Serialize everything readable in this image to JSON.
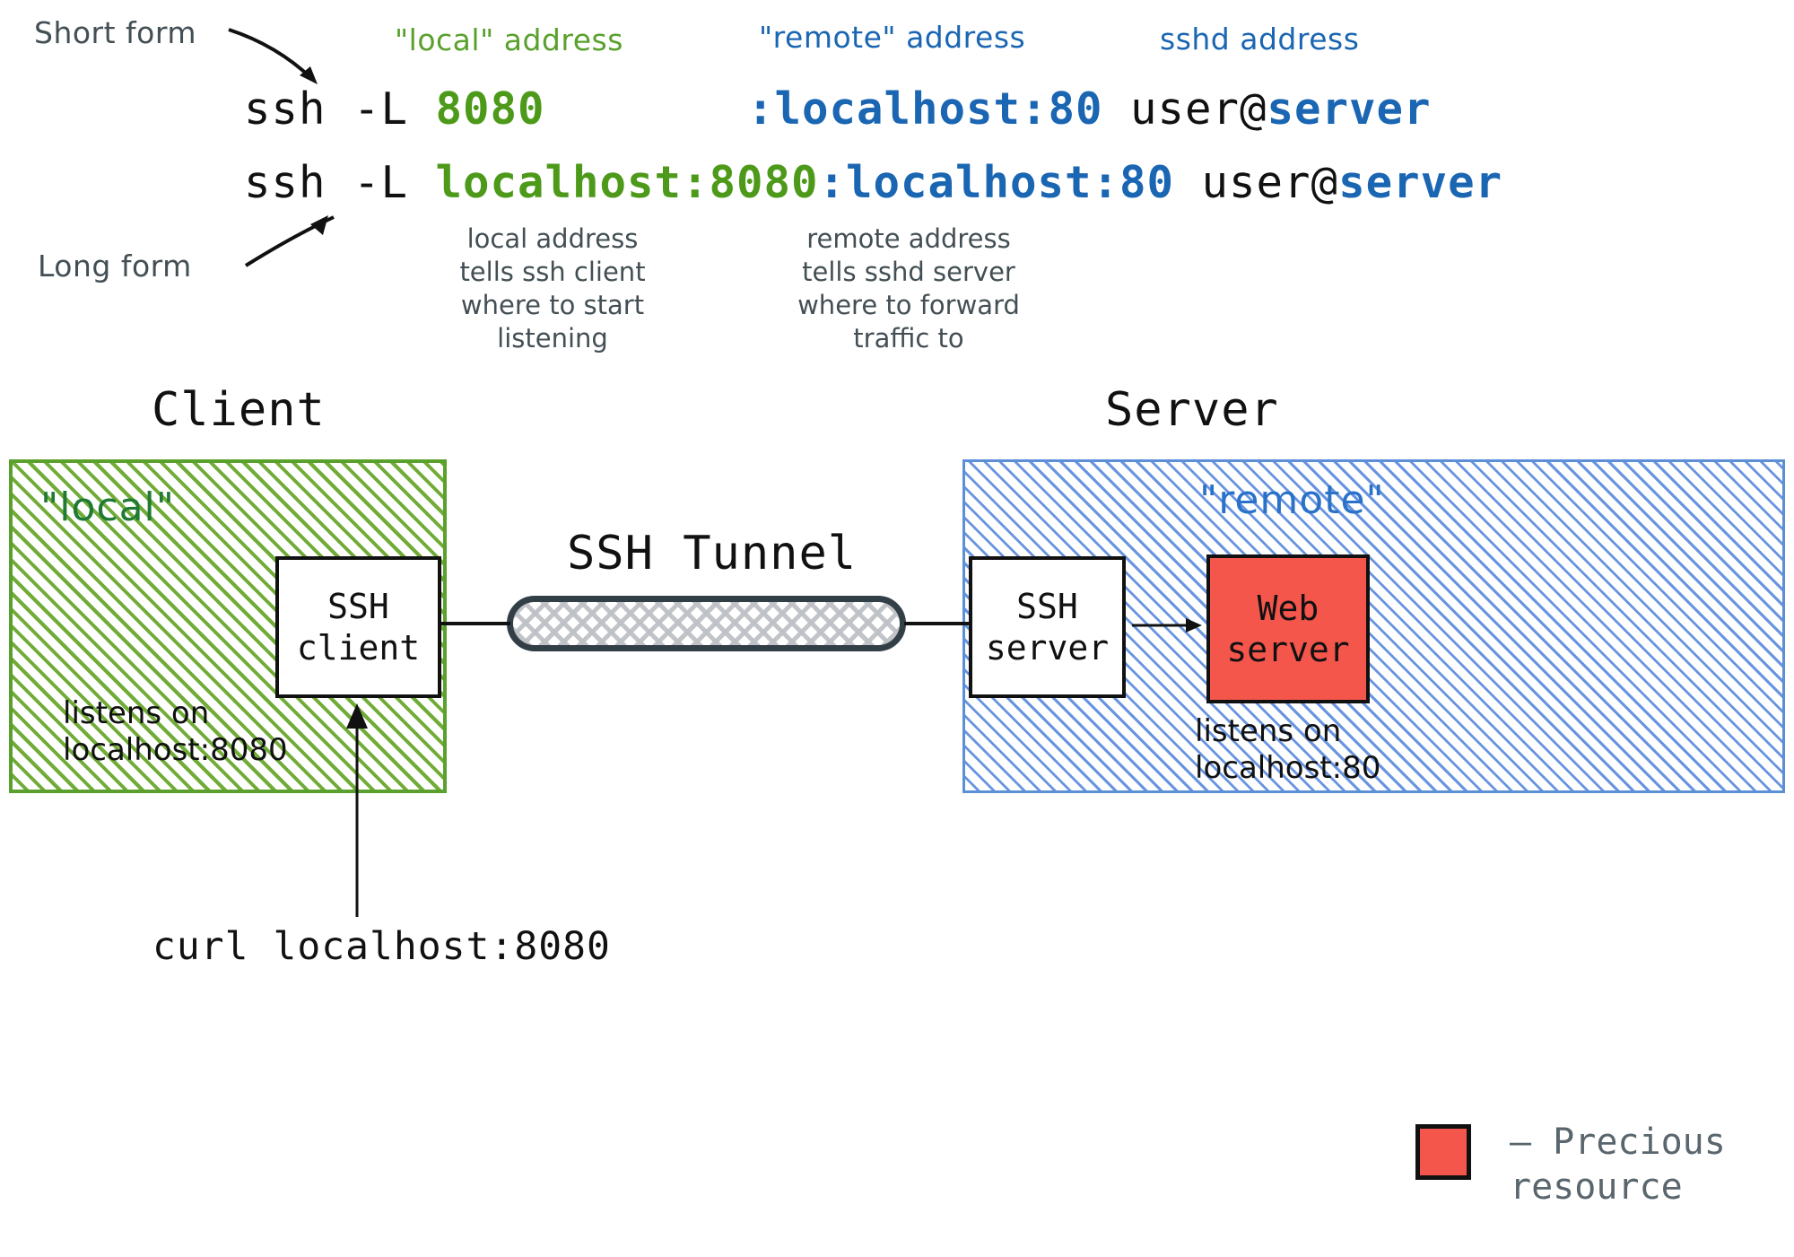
{
  "top_labels": {
    "short_form": "Short form",
    "long_form": "Long form",
    "local_address": "\"local\" address",
    "remote_address": "\"remote\" address",
    "sshd_address": "sshd address"
  },
  "commands": {
    "short": {
      "prefix": "ssh -L ",
      "local": "8080",
      "remote": ":localhost:80",
      "user": " user@",
      "server": "server"
    },
    "long": {
      "prefix": "ssh -L ",
      "local": "localhost:8080",
      "remote": ":localhost:80",
      "user": " user@",
      "server": "server"
    }
  },
  "notes": {
    "local": "local address\ntells ssh client\nwhere to start\nlistening",
    "remote": "remote address\ntells sshd server\nwhere to forward\ntraffic to"
  },
  "diagram": {
    "client_title": "Client",
    "server_title": "Server",
    "tunnel_title": "SSH Tunnel",
    "local_zone_tag": "\"local\"",
    "remote_zone_tag": "\"remote\"",
    "ssh_client_label": "SSH\nclient",
    "ssh_server_label": "SSH\nserver",
    "web_server_label": "Web\nserver",
    "client_listen_note": "listens on\nlocalhost:8080",
    "server_listen_note": "listens on\nlocalhost:80",
    "curl_command": "curl localhost:8080"
  },
  "legend": {
    "text": "– Precious\n  resource",
    "swatch_color": "#f4564c"
  },
  "colors": {
    "green_accent": "#4d9a1a",
    "green_zone": "#5aa02c",
    "blue_accent": "#1a66b3",
    "blue_zone": "#5b8fd6",
    "red_resource": "#f4564c",
    "ink": "#434f54",
    "black": "#111111"
  }
}
